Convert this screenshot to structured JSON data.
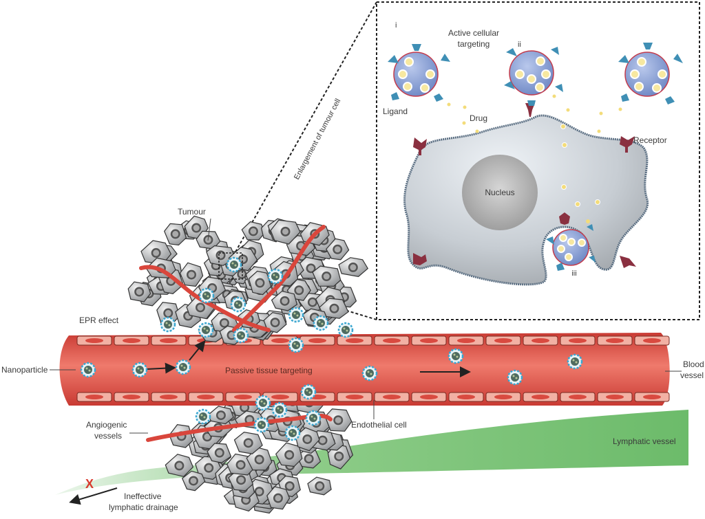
{
  "figure": {
    "title": "Nanoparticle tumour targeting: passive (EPR) and active cellular targeting",
    "labels": {
      "active_targeting_line1": "Active cellular",
      "active_targeting_line2": "targeting",
      "roman_i": "i",
      "roman_ii": "ii",
      "roman_iii": "iii",
      "ligand": "Ligand",
      "drug": "Drug",
      "receptor": "Receptor",
      "nucleus": "Nucleus",
      "enlargement": "Enlargement of tumour cell",
      "tumour": "Tumour",
      "epr_effect": "EPR effect",
      "nanoparticle": "Nanoparticle",
      "passive_targeting": "Passive tissue targeting",
      "blood_vessel_line1": "Blood",
      "blood_vessel_line2": "vessel",
      "endothelial_cell": "Endothelial cell",
      "lymphatic_vessel": "Lymphatic vessel",
      "angiogenic_line1": "Angiogenic",
      "angiogenic_line2": "vessels",
      "ineffective_line1": "Ineffective",
      "ineffective_line2": "lymphatic drainage",
      "blocked_mark": "X"
    },
    "colors": {
      "vessel": "#d9463c",
      "vessel_light": "#ef7a6c",
      "endothelial": "#f2b1a4",
      "lymphatic": "#7cc47a",
      "cell_grey": "#b9bcbf",
      "nanoparticle_blue": "#3aa6d0",
      "liposome": "#8fa6d6",
      "drug_yellow": "#f3dc7a",
      "receptor": "#8a3040",
      "ligand": "#3f8fb5",
      "block_red": "#d83a2e"
    }
  }
}
